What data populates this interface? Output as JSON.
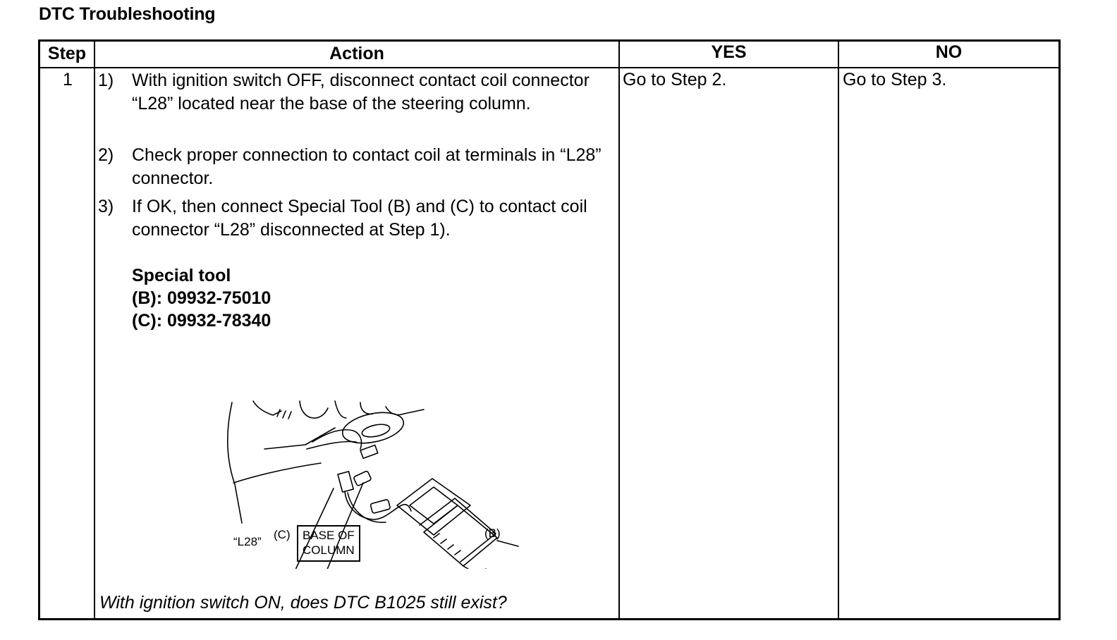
{
  "title": "DTC Troubleshooting",
  "table": {
    "headers": {
      "step": "Step",
      "action": "Action",
      "yes": "YES",
      "no": "NO"
    },
    "rows": [
      {
        "step": "1",
        "action_items": [
          {
            "num": "1)",
            "text": "With ignition switch OFF, disconnect contact coil connector “L28” located near the base of the steering column."
          },
          {
            "num": "2)",
            "text": "Check proper connection to contact coil at terminals in “L28” connector."
          },
          {
            "num": "3)",
            "text": "If OK, then connect Special Tool (B) and (C) to contact coil connector “L28” disconnected at Step 1)."
          }
        ],
        "special_tool": {
          "heading": "Special tool",
          "b": "(B):  09932-75010",
          "c": "(C):  09932-78340"
        },
        "figure_labels": {
          "l28": "“L28”",
          "c": "(C)",
          "base_line1": "BASE OF",
          "base_line2": "COLUMN",
          "b": "(B)"
        },
        "question": "With ignition switch ON, does DTC B1025 still exist?",
        "yes": "Go to Step 2.",
        "no": "Go to Step 3."
      }
    ]
  }
}
